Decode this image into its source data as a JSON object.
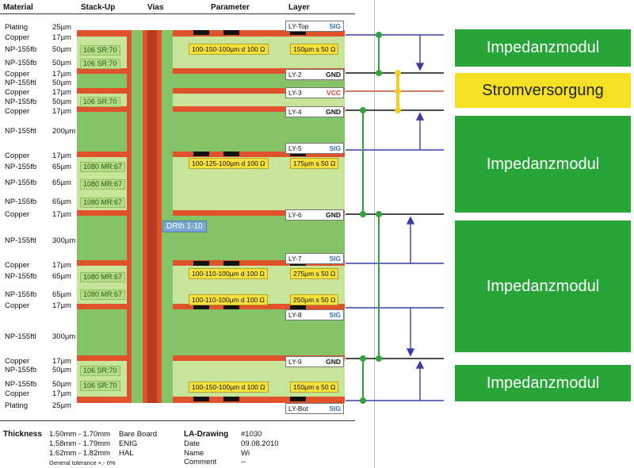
{
  "headers": {
    "material": "Material",
    "stackup": "Stack-Up",
    "vias": "Vias",
    "parameter": "Parameter",
    "layer": "Layer"
  },
  "rows": [
    {
      "material": "Plating",
      "thickness": "25µm"
    },
    {
      "material": "Copper",
      "thickness": "17µm"
    },
    {
      "material": "NP-155fb",
      "thickness": "50µm"
    },
    {
      "material": "NP-155fb",
      "thickness": "50µm"
    },
    {
      "material": "Copper",
      "thickness": "17µm"
    },
    {
      "material": "NP-155ftl",
      "thickness": "50µm"
    },
    {
      "material": "Copper",
      "thickness": "17µm"
    },
    {
      "material": "NP-155fb",
      "thickness": "50µm"
    },
    {
      "material": "Copper",
      "thickness": "17µm"
    },
    {
      "material": "NP-155ftl",
      "thickness": "200µm"
    },
    {
      "material": "Copper",
      "thickness": "17µm"
    },
    {
      "material": "NP-155fb",
      "thickness": "65µm"
    },
    {
      "material": "NP-155fb",
      "thickness": "65µm"
    },
    {
      "material": "NP-155fb",
      "thickness": "65µm"
    },
    {
      "material": "Copper",
      "thickness": "17µm"
    },
    {
      "material": "NP-155ftl",
      "thickness": "300µm"
    },
    {
      "material": "Copper",
      "thickness": "17µm"
    },
    {
      "material": "NP-155fb",
      "thickness": "65µm"
    },
    {
      "material": "NP-155fb",
      "thickness": "65µm"
    },
    {
      "material": "Copper",
      "thickness": "17µm"
    },
    {
      "material": "NP-155ftl",
      "thickness": "300µm"
    },
    {
      "material": "Copper",
      "thickness": "17µm"
    },
    {
      "material": "NP-155fb",
      "thickness": "50µm"
    },
    {
      "material": "NP-155fb",
      "thickness": "50µm"
    },
    {
      "material": "Copper",
      "thickness": "17µm"
    },
    {
      "material": "Plating",
      "thickness": "25µm"
    }
  ],
  "materials": [
    "106 SR:70",
    "106 SR:70",
    "106 SR:70",
    "1080 MR:67",
    "1080 MR:67",
    "1080 MR:67",
    "1080 MR:67",
    "1080 MR:67",
    "106 SR:70",
    "106 SR:70"
  ],
  "params": [
    "100-150-100µm d 100 Ω",
    "100-125-100µm d 100 Ω",
    "100-110-100µm d 100 Ω",
    "100-110-100µm d 100 Ω",
    "100-150-100µm d 100 Ω"
  ],
  "impedances": [
    "150µm  s 50 Ω",
    "175µm  s 50 Ω",
    "275µm  s 50 Ω",
    "250µm  s 50 Ω",
    "150µm  s 50 Ω"
  ],
  "layers": [
    {
      "name": "LY-Top",
      "type": "SIG",
      "color": "#3b6fb5"
    },
    {
      "name": "LY-2",
      "type": "GND",
      "color": "#111111"
    },
    {
      "name": "LY-3",
      "type": "VCC",
      "color": "#d0402a"
    },
    {
      "name": "LY-4",
      "type": "GND",
      "color": "#111111"
    },
    {
      "name": "LY-5",
      "type": "SIG",
      "color": "#3b6fb5"
    },
    {
      "name": "LY-6",
      "type": "GND",
      "color": "#111111"
    },
    {
      "name": "LY-7",
      "type": "SIG",
      "color": "#3b6fb5"
    },
    {
      "name": "LY-8",
      "type": "SIG",
      "color": "#3b6fb5"
    },
    {
      "name": "LY-9",
      "type": "GND",
      "color": "#111111"
    },
    {
      "name": "LY-Bot",
      "type": "SIG",
      "color": "#3b6fb5"
    }
  ],
  "drill": "DRth 1-10",
  "modules": {
    "imp1": "Impedanzmodul",
    "power": "Stromversorgung",
    "imp2": "Impedanzmodul",
    "imp3": "Impedanzmodul",
    "imp4": "Impedanzmodul"
  },
  "footer": {
    "thickness_label": "Thickness",
    "t1": "1.50mm - 1.70mm",
    "f1": "Bare Board",
    "t2": "1.58mm - 1.79mm",
    "f2": "ENIG",
    "t3": "1.62mm - 1.82mm",
    "f3": "HAL",
    "tolerance": "General tolerance +,- 6%",
    "la_label": "LA-Drawing",
    "la_val": "#1030",
    "date_label": "Date",
    "date_val": "09.08.2010",
    "name_label": "Name",
    "name_val": "Wi",
    "comment_label": "Comment",
    "comment_val": "--"
  },
  "colors": {
    "copper": "#e0522a",
    "prepreg": "#c6e59a",
    "core": "#84c467",
    "green_box": "#27a539",
    "yellow_box": "#f6e023",
    "sig_line": "#3b3ba8",
    "gnd_line": "#111111",
    "vcc_line": "#c0503a"
  }
}
